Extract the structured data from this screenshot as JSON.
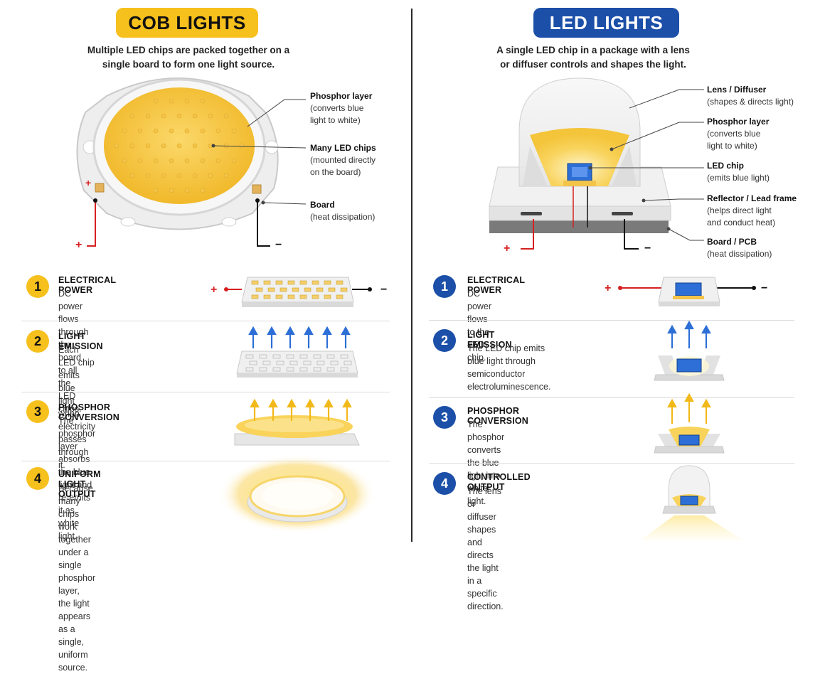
{
  "cob": {
    "title": "COB LIGHTS",
    "subtitle_line1": "Multiple LED chips are packed together on a",
    "subtitle_line2": "single board to form one light source.",
    "callouts": [
      {
        "title": "Phosphor layer",
        "desc": "(converts blue\nlight to white)"
      },
      {
        "title": "Many LED chips",
        "desc": "(mounted directly\non the board)"
      },
      {
        "title": "Board",
        "desc": "(heat dissipation)"
      }
    ],
    "plus": "+",
    "minus": "−",
    "steps": [
      {
        "num": "1",
        "title": "ELECTRICAL POWER",
        "desc": "DC power flows through the\nboard to all the LED chips."
      },
      {
        "num": "2",
        "title": "LIGHT EMISSION",
        "desc": "Each LED chip emits blue\nlight when electricity\npasses through it."
      },
      {
        "num": "3",
        "title": "PHOSPHOR CONVERSION",
        "desc": "The phosphor layer absorbs\nthe blue light and re-emits\nit as white light."
      },
      {
        "num": "4",
        "title": "UNIFORM LIGHT OUTPUT",
        "desc": "Because many chips work together\nunder a single phosphor layer,\nthe light appears as a single,\nuniform source."
      }
    ]
  },
  "led": {
    "title": "LED LIGHTS",
    "subtitle_line1": "A single LED chip in a package with a lens",
    "subtitle_line2": "or diffuser controls and shapes the light.",
    "callouts": [
      {
        "title": "Lens / Diffuser",
        "desc": "(shapes & directs light)"
      },
      {
        "title": "Phosphor layer",
        "desc": "(converts blue\nlight to white)"
      },
      {
        "title": "LED chip",
        "desc": "(emits blue light)"
      },
      {
        "title": "Reflector / Lead frame",
        "desc": "(helps direct light\nand conduct heat)"
      },
      {
        "title": "Board / PCB",
        "desc": "(heat dissipation)"
      }
    ],
    "plus": "+",
    "minus": "−",
    "steps": [
      {
        "num": "1",
        "title": "ELECTRICAL POWER",
        "desc": "DC power flows to the\nLED chip."
      },
      {
        "num": "2",
        "title": "LIGHT EMISSION",
        "desc": "The LED chip emits\nblue light through\nsemiconductor\nelectroluminescence."
      },
      {
        "num": "3",
        "title": "PHOSPHOR CONVERSION",
        "desc": "The phosphor converts\nthe blue light into\nwhite light."
      },
      {
        "num": "4",
        "title": "CONTROLLED OUTPUT",
        "desc": "The lens or diffuser shapes\nand directs the light in a\nspecific direction."
      }
    ]
  },
  "colors": {
    "cob_accent": "#f6c01d",
    "led_accent": "#1b4fa8",
    "phosphor": "#f7c948",
    "chip_blue": "#2d6fd6",
    "wire_red": "#d62020",
    "wire_black": "#111111"
  }
}
